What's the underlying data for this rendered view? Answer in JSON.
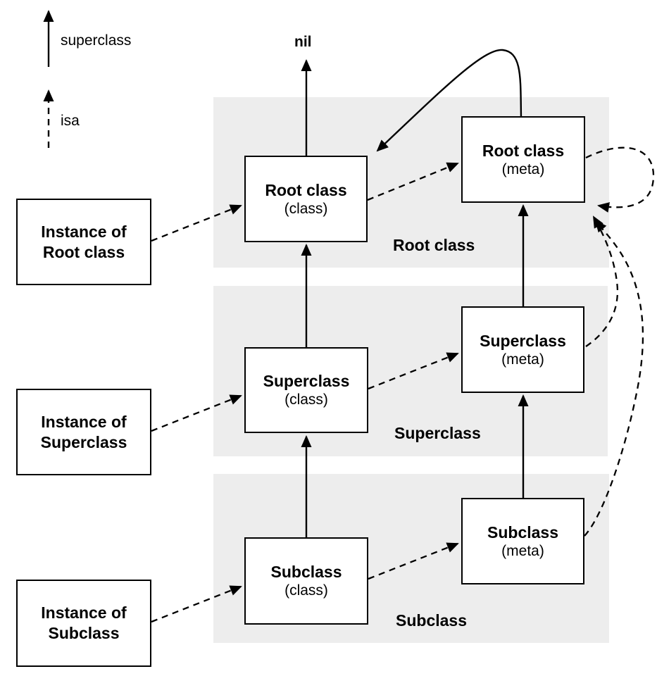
{
  "legend": {
    "superclass_label": "superclass",
    "isa_label": "isa"
  },
  "nil_label": "nil",
  "regions": [
    {
      "label": "Root class"
    },
    {
      "label": "Superclass"
    },
    {
      "label": "Subclass"
    }
  ],
  "class_boxes": [
    {
      "title": "Root class",
      "subtitle": "(class)"
    },
    {
      "title": "Root class",
      "subtitle": "(meta)"
    },
    {
      "title": "Superclass",
      "subtitle": "(class)"
    },
    {
      "title": "Superclass",
      "subtitle": "(meta)"
    },
    {
      "title": "Subclass",
      "subtitle": "(class)"
    },
    {
      "title": "Subclass",
      "subtitle": "(meta)"
    }
  ],
  "instance_boxes": [
    {
      "line1": "Instance of",
      "line2": "Root class"
    },
    {
      "line1": "Instance of",
      "line2": "Superclass"
    },
    {
      "line1": "Instance of",
      "line2": "Subclass"
    }
  ],
  "edges": [
    {
      "type": "superclass",
      "from": "Root class (class)",
      "to": "nil"
    },
    {
      "type": "superclass",
      "from": "Superclass (class)",
      "to": "Root class (class)"
    },
    {
      "type": "superclass",
      "from": "Subclass (class)",
      "to": "Superclass (class)"
    },
    {
      "type": "superclass",
      "from": "Root class (meta)",
      "to": "Root class (class)"
    },
    {
      "type": "superclass",
      "from": "Superclass (meta)",
      "to": "Root class (meta)"
    },
    {
      "type": "superclass",
      "from": "Subclass (meta)",
      "to": "Superclass (meta)"
    },
    {
      "type": "isa",
      "from": "Instance of Root class",
      "to": "Root class (class)"
    },
    {
      "type": "isa",
      "from": "Instance of Superclass",
      "to": "Superclass (class)"
    },
    {
      "type": "isa",
      "from": "Instance of Subclass",
      "to": "Subclass (class)"
    },
    {
      "type": "isa",
      "from": "Root class (class)",
      "to": "Root class (meta)"
    },
    {
      "type": "isa",
      "from": "Superclass (class)",
      "to": "Superclass (meta)"
    },
    {
      "type": "isa",
      "from": "Subclass (class)",
      "to": "Subclass (meta)"
    },
    {
      "type": "isa",
      "from": "Root class (meta)",
      "to": "Root class (meta)"
    },
    {
      "type": "isa",
      "from": "Superclass (meta)",
      "to": "Root class (meta)"
    },
    {
      "type": "isa",
      "from": "Subclass (meta)",
      "to": "Root class (meta)"
    }
  ],
  "colors": {
    "region_bg": "#ededed",
    "line": "#000000",
    "box_bg": "#ffffff"
  }
}
